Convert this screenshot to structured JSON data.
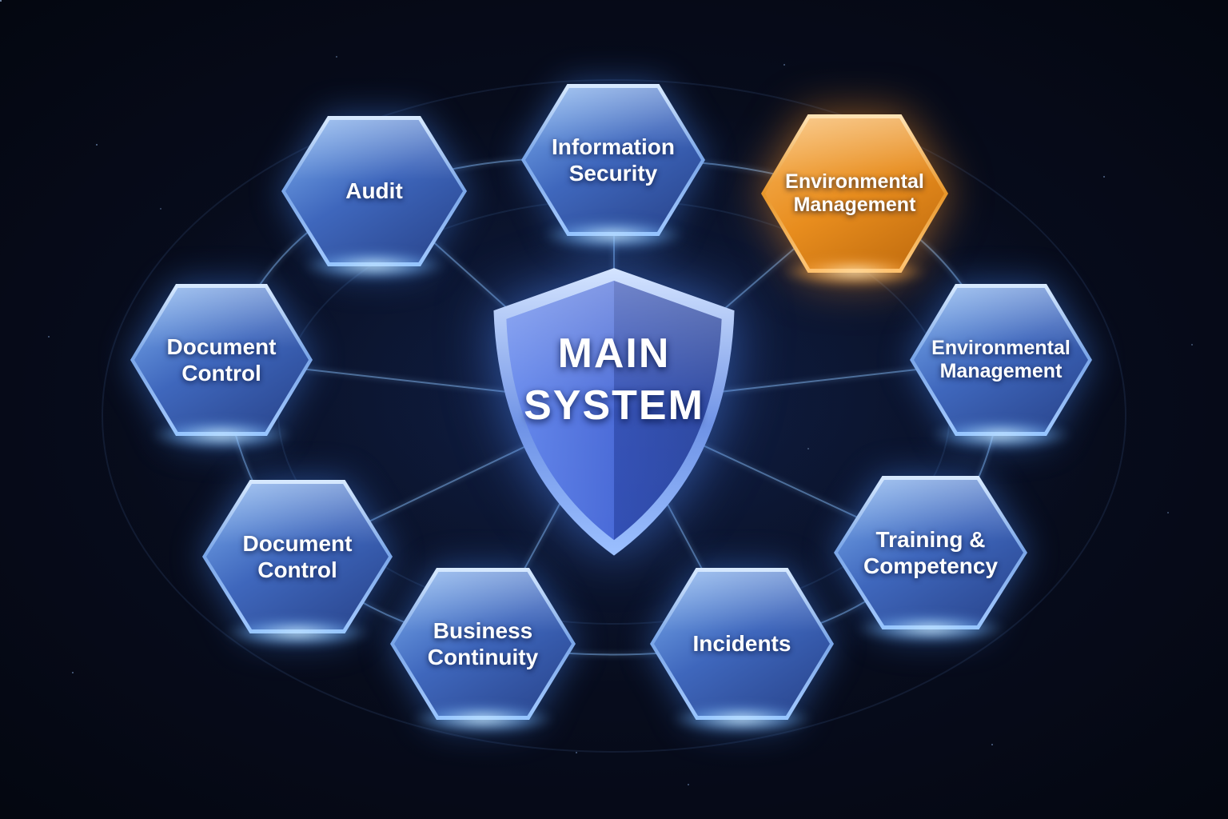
{
  "center": {
    "line1": "MAIN",
    "line2": "SYSTEM"
  },
  "nodes": [
    {
      "id": "audit",
      "label": "Audit",
      "color": "blue"
    },
    {
      "id": "information-security",
      "label": "Information Security",
      "color": "blue"
    },
    {
      "id": "environmental-management-top",
      "label": "Environmental Management",
      "color": "orange"
    },
    {
      "id": "document-control-upper",
      "label": "Document Control",
      "color": "blue"
    },
    {
      "id": "environmental-management-right",
      "label": "Environmental Management",
      "color": "blue"
    },
    {
      "id": "document-control-lower",
      "label": "Document Control",
      "color": "blue"
    },
    {
      "id": "business-continuity",
      "label": "Business Continuity",
      "color": "blue"
    },
    {
      "id": "incidents",
      "label": "Incidents",
      "color": "blue"
    },
    {
      "id": "training-competency",
      "label": "Training & Competency",
      "color": "blue"
    }
  ],
  "colors": {
    "background": "#060a18",
    "hex_blue_fill_top": "#7dafF0",
    "hex_blue_fill_bottom": "#203a82",
    "hex_blue_border": "#a6cbff",
    "hex_orange_fill_top": "#f8b55c",
    "hex_orange_fill_bottom": "#bc680c",
    "hex_orange_border": "#ffe4b6",
    "shield_left": "#5d82e8",
    "shield_right": "#2a46a0",
    "shield_rim": "#cfe2ff",
    "connector_glow": "#8cc3ff",
    "text": "#ffffff"
  }
}
